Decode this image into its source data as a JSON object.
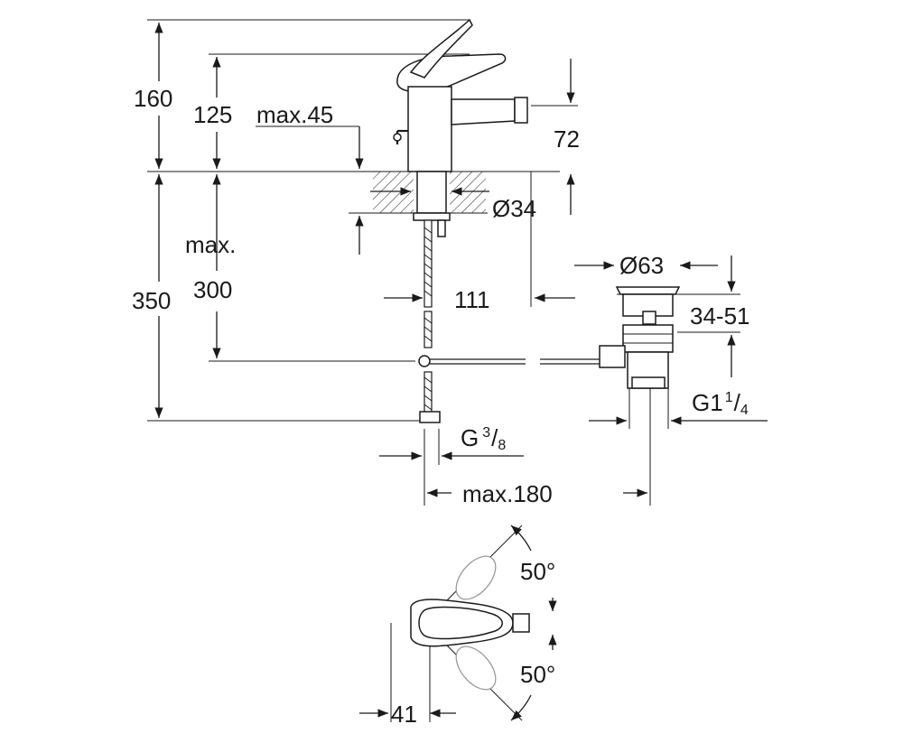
{
  "dimensions": {
    "d160": "160",
    "d125": "125",
    "max45": "max.45",
    "d72": "72",
    "d34": "Ø34",
    "max_label": "max.",
    "d300": "300",
    "d350": "350",
    "d111": "111",
    "d63": "Ø63",
    "d34_51": "34-51",
    "g114_main": "G1",
    "g114_num": "1",
    "g114_den": "4",
    "g38_main": "G",
    "g38_num": "3",
    "g38_den": "8",
    "max180": "max.180",
    "angle_top": "50°",
    "angle_bottom": "50°",
    "d41": "41"
  }
}
